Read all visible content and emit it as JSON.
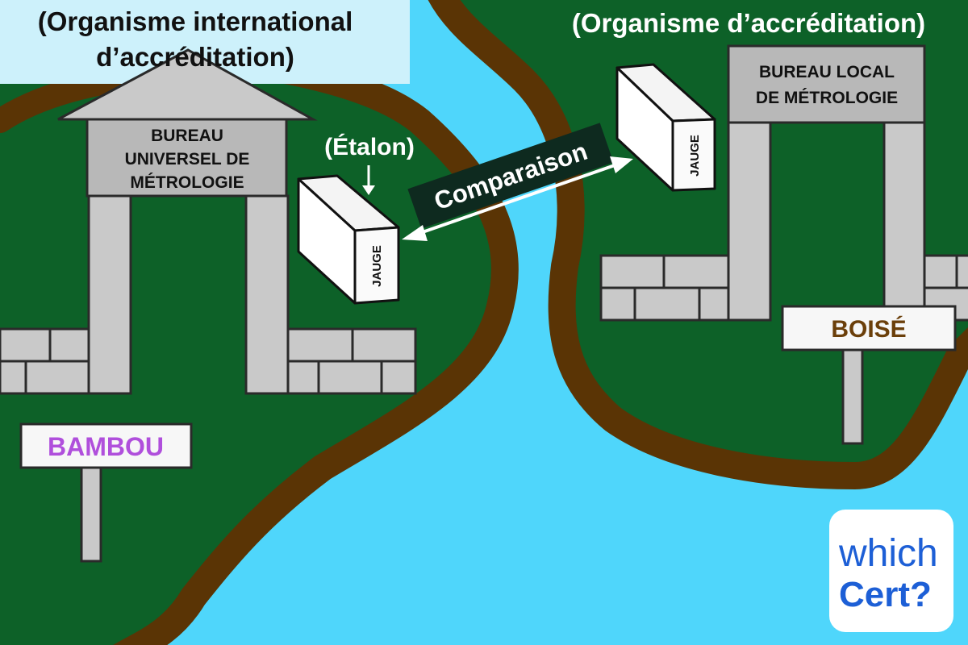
{
  "colors": {
    "water": "#4fd6fb",
    "land": "#0d6128",
    "shore": "#5a3405",
    "stone": "#c9c9c9",
    "stone_outline": "#2a2a2a",
    "sign_bamboo_text": "#b04fdc",
    "sign_boise_text": "#6b3f0a",
    "banner_dark": "#0e2a1f",
    "logo_blue": "#1d5fd6"
  },
  "left_island": {
    "org_label_line1": "(Organisme international",
    "org_label_line2": "d’accréditation)",
    "building_line1": "BUREAU",
    "building_line2": "UNIVERSEL DE",
    "building_line3": "MÉTROLOGIE",
    "standard_label": "(Étalon)",
    "gauge_label": "JAUGE",
    "sign_text": "BAMBOU"
  },
  "right_island": {
    "org_label": "(Organisme d’accréditation)",
    "building_line1": "BUREAU LOCAL",
    "building_line2": "DE MÉTROLOGIE",
    "gauge_label": "JAUGE",
    "sign_text": "BOISÉ"
  },
  "comparison_label": "Comparaison",
  "logo": {
    "line1": "which",
    "line2": "Cert?"
  }
}
